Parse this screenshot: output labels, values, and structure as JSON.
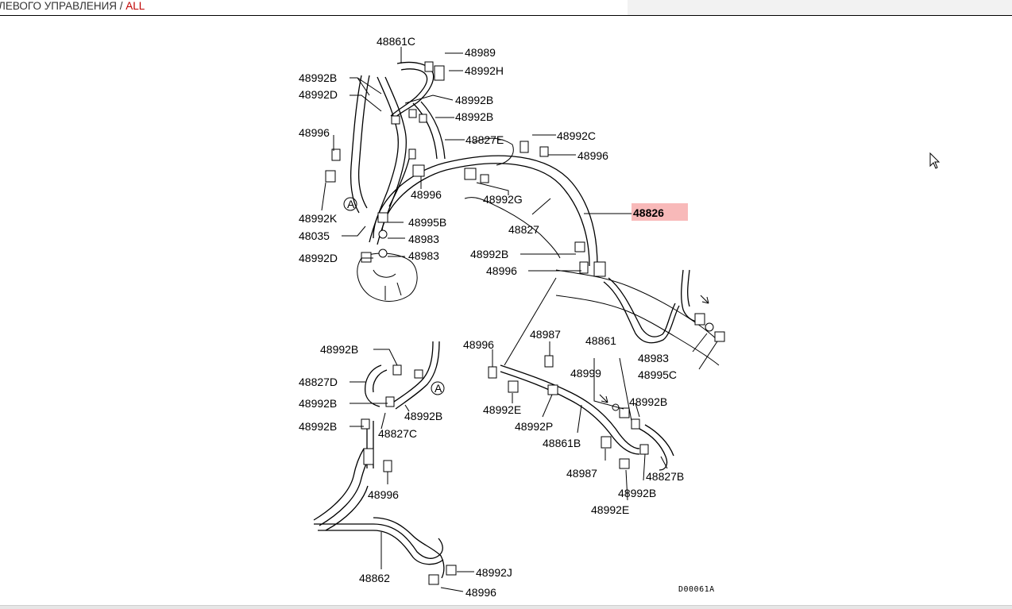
{
  "breadcrumb": {
    "path": "ЛЕВОГО УПРАВЛЕНИЯ",
    "separator": " / ",
    "current": "ALL"
  },
  "colors": {
    "breadcrumb_current": "#c00000",
    "highlight": "#f8b9b9"
  },
  "diagram": {
    "code": "D00061A",
    "highlighted_part": "48826",
    "markers": [
      "A",
      "A"
    ],
    "labels": {
      "p48861c": "48861C",
      "p48989": "48989",
      "p48992h": "48992H",
      "p48992b_1": "48992B",
      "p48992d_1": "48992D",
      "p48992b_2": "48992B",
      "p48992b_3": "48992B",
      "p48996_1": "48996",
      "p48827e": "48827E",
      "p48992c": "48992C",
      "p48996_2": "48996",
      "p48996_3": "48996",
      "p48992g": "48992G",
      "p48992k": "48992K",
      "p48995b": "48995B",
      "p48826": "48826",
      "p48827": "48827",
      "p48035": "48035",
      "p48983_1": "48983",
      "p48992d_2": "48992D",
      "p48983_2": "48983",
      "p48992b_4": "48992B",
      "p48996_4": "48996",
      "p48992b_5": "48992B",
      "p48996_5": "48996",
      "p48987_1": "48987",
      "p48861": "48861",
      "p48983_3": "48983",
      "p48995c": "48995C",
      "p48827d": "48827D",
      "p48999": "48999",
      "p48992b_6": "48992B",
      "p48992b_7": "48992B",
      "p48992b_8": "48992B",
      "p48992e_1": "48992E",
      "p48992b_9": "48992B",
      "p48827c": "48827C",
      "p48992p": "48992P",
      "p48861b": "48861B",
      "p48987_2": "48987",
      "p48827b": "48827B",
      "p48996_6": "48996",
      "p48992b_10": "48992B",
      "p48992e_2": "48992E",
      "p48992j": "48992J",
      "p48862": "48862",
      "p48996_7": "48996"
    }
  }
}
